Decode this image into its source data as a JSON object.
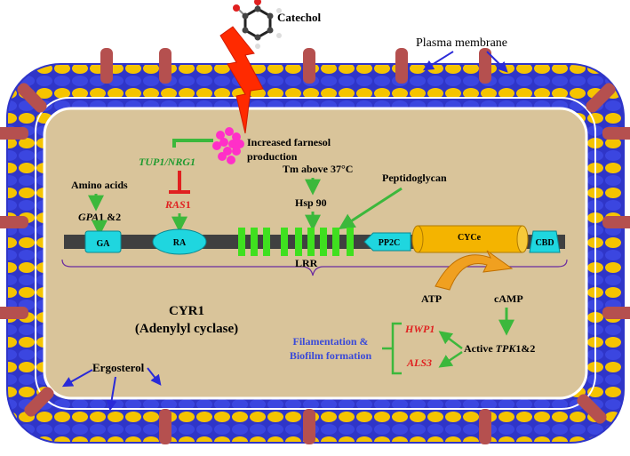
{
  "labels": {
    "catechol": "Catechol",
    "plasma_membrane": "Plasma membrane",
    "farnesol_line1": "Increased farnesol",
    "farnesol_line2": "production",
    "tup1_nrg1": "TUP1/NRG1",
    "amino_acids": "Amino acids",
    "gpa": "GPA1 &2",
    "ras1": "RAS1",
    "tm": "Tm above 37°C",
    "hsp90": "Hsp 90",
    "peptidoglycan": "Peptidoglycan",
    "lrr": "LRR",
    "cyr1_line1": "CYR1",
    "cyr1_line2": "(Adenylyl cyclase)",
    "atp": "ATP",
    "camp": "cAMP",
    "filamentation_line1": "Filamentation &",
    "filamentation_line2": "Biofilm formation",
    "hwp1": "HWP1",
    "als3": "ALS3",
    "active_tpk": "Active TPK1&2",
    "ergosterol": "Ergosterol"
  },
  "domains": {
    "ga": "GA",
    "ra": "RA",
    "pp2c": "PP2C",
    "cyce": "CYCe",
    "cbd": "CBD"
  },
  "colors": {
    "membrane_blue": "#2f35c8",
    "membrane_yellow": "#f5c400",
    "channel_red": "#b5504f",
    "interior": "#d9c49a",
    "domain_cyan": "#1fd6df",
    "cyce_orange": "#f4b400",
    "lrr_green": "#3fe01f",
    "arrow_green": "#3cb83c",
    "inhibit_red": "#e02020",
    "arrow_blue": "#2a2ad8",
    "farnesol_magenta": "#ff2fc8",
    "italic_red": "#e02020",
    "italic_green": "#1f9a2f",
    "text_blue": "#3a4ad8"
  }
}
